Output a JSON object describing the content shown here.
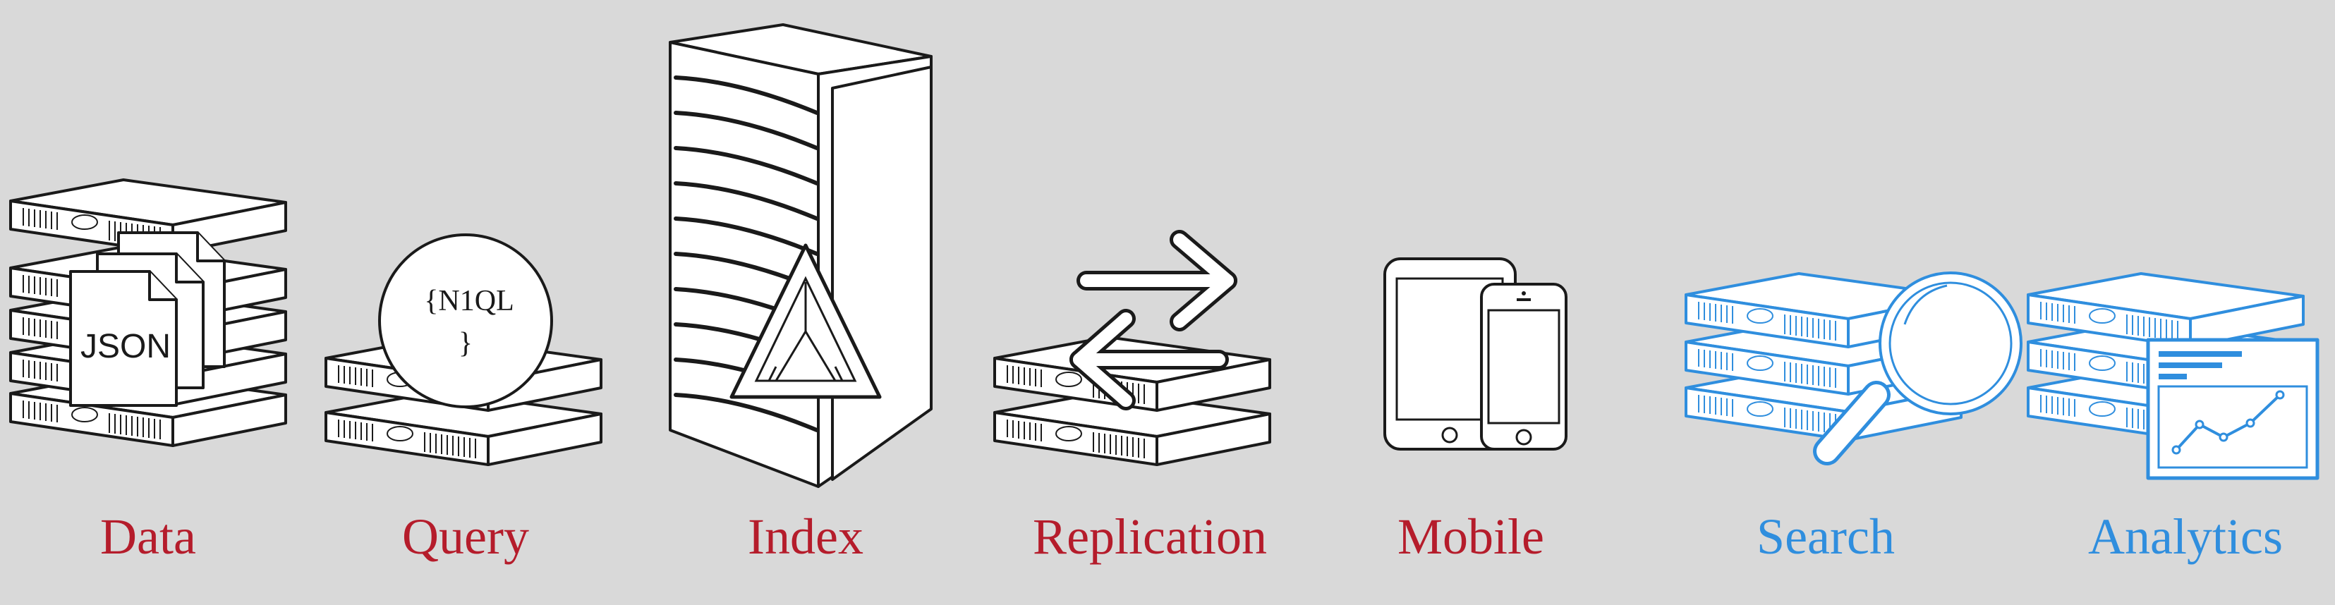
{
  "services": [
    {
      "id": "data",
      "label": "Data",
      "icon": "json-documents-server-icon",
      "color": "#b51c2b"
    },
    {
      "id": "query",
      "label": "Query",
      "icon": "n1ql-query-server-icon",
      "color": "#b51c2b"
    },
    {
      "id": "index",
      "label": "Index",
      "icon": "index-tower-server-icon",
      "color": "#b51c2b"
    },
    {
      "id": "replication",
      "label": "Replication",
      "icon": "replication-arrows-server-icon",
      "color": "#b51c2b"
    },
    {
      "id": "mobile",
      "label": "Mobile",
      "icon": "tablet-phone-icon",
      "color": "#b51c2b"
    },
    {
      "id": "search",
      "label": "Search",
      "icon": "magnifier-server-icon",
      "color": "#2f8ede"
    },
    {
      "id": "analytics",
      "label": "Analytics",
      "icon": "analytics-chart-server-icon",
      "color": "#2f8ede"
    }
  ],
  "artwork": {
    "json_doc_text": "JSON",
    "query_bubble_line1": "{N1QL",
    "query_bubble_line2": "}"
  },
  "colors": {
    "background": "#d9d9d9",
    "core_label": "#b51c2b",
    "new_label": "#2f8ede",
    "icon_stroke": "#1a1a1a"
  }
}
